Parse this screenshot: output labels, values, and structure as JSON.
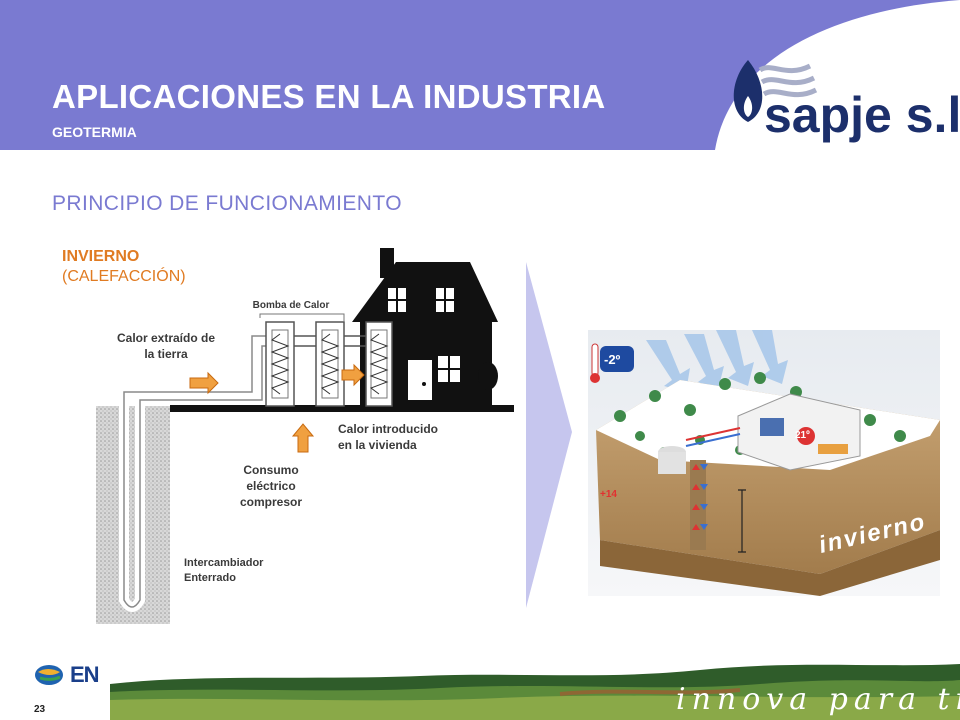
{
  "header": {
    "title": "APLICACIONES EN LA INDUSTRIA",
    "subtitle": "GEOTERMIA",
    "logo_text": "sapje s.l.",
    "background": "#7a7ad1"
  },
  "section": {
    "title": "PRINCIPIO DE FUNCIONAMIENTO"
  },
  "diagram": {
    "mode_title": "INVIERNO",
    "mode_subtitle": "(CALEFACCIÓN)",
    "labels": {
      "heat_pump": "Bomba de Calor",
      "heat_extracted_line1": "Calor extraído de",
      "heat_extracted_line2": "la tierra",
      "heat_introduced_line1": "Calor introducido",
      "heat_introduced_line2": "en la vivienda",
      "consumption_line1": "Consumo",
      "consumption_line2": "eléctrico",
      "consumption_line3": "compresor",
      "exchanger_line1": "Intercambiador",
      "exchanger_line2": "Enterrado"
    },
    "accent_color": "#e07b22"
  },
  "photo": {
    "caption": "invierno",
    "outdoor_temp": "-2º",
    "indoor_temp": "21º",
    "ground_temp": "+14"
  },
  "footer": {
    "page_number": "23",
    "company_mark": "EN",
    "tagline": "innova para ti"
  }
}
